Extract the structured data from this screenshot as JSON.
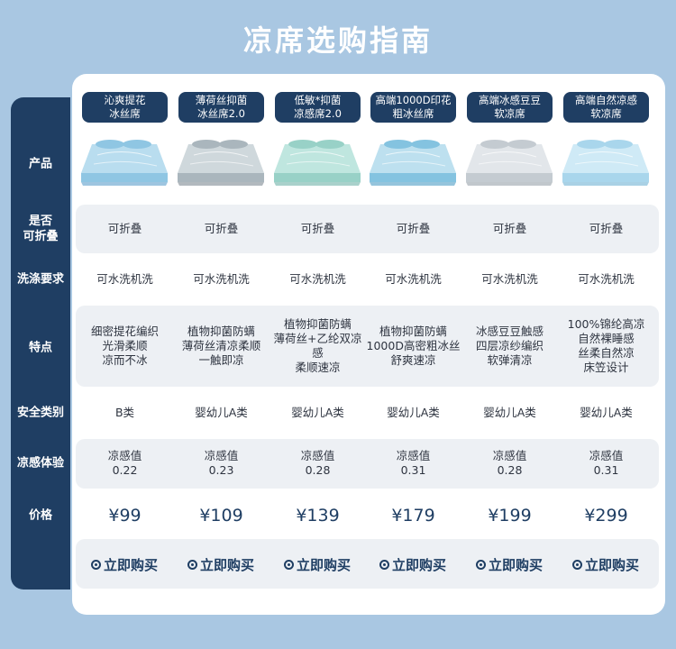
{
  "title": "凉席选购指南",
  "row_labels": {
    "product": "产品",
    "foldable": "是否\n可折叠",
    "washing": "洗涤要求",
    "features": "特点",
    "safety": "安全类别",
    "cooling": "凉感体验",
    "price": "价格"
  },
  "products": [
    {
      "name": "沁爽提花\n冰丝席",
      "foldable": "可折叠",
      "washing": "可水洗机洗",
      "features": "细密提花编织\n光滑柔顺\n凉而不冰",
      "safety": "B类",
      "cooling": "凉感值\n0.22",
      "price": "¥99",
      "buy": "立即购买"
    },
    {
      "name": "薄荷丝抑菌\n冰丝席2.0",
      "foldable": "可折叠",
      "washing": "可水洗机洗",
      "features": "植物抑菌防螨\n薄荷丝清凉柔顺\n一触即凉",
      "safety": "婴幼儿A类",
      "cooling": "凉感值\n0.23",
      "price": "¥109",
      "buy": "立即购买"
    },
    {
      "name": "低敏*抑菌\n凉感席2.0",
      "foldable": "可折叠",
      "washing": "可水洗机洗",
      "features": "植物抑菌防螨\n薄荷丝+乙纶双凉感\n柔顺速凉",
      "safety": "婴幼儿A类",
      "cooling": "凉感值\n0.28",
      "price": "¥139",
      "buy": "立即购买"
    },
    {
      "name": "高端1000D印花\n粗冰丝席",
      "foldable": "可折叠",
      "washing": "可水洗机洗",
      "features": "植物抑菌防螨\n1000D高密粗冰丝\n舒爽速凉",
      "safety": "婴幼儿A类",
      "cooling": "凉感值\n0.31",
      "price": "¥179",
      "buy": "立即购买"
    },
    {
      "name": "高端冰感豆豆\n软凉席",
      "foldable": "可折叠",
      "washing": "可水洗机洗",
      "features": "冰感豆豆触感\n四层凉纱编织\n软弹清凉",
      "safety": "婴幼儿A类",
      "cooling": "凉感值\n0.28",
      "price": "¥199",
      "buy": "立即购买"
    },
    {
      "name": "高端自然凉感\n软凉席",
      "foldable": "可折叠",
      "washing": "可水洗机洗",
      "features": "100%锦纶高凉\n自然裸睡感\n丝柔自然凉\n床笠设计",
      "safety": "婴幼儿A类",
      "cooling": "凉感值\n0.31",
      "price": "¥299",
      "buy": "立即购买"
    }
  ],
  "colors": {
    "background": "#a9c7e2",
    "accent": "#1f3e63",
    "band": "#edf0f4"
  }
}
